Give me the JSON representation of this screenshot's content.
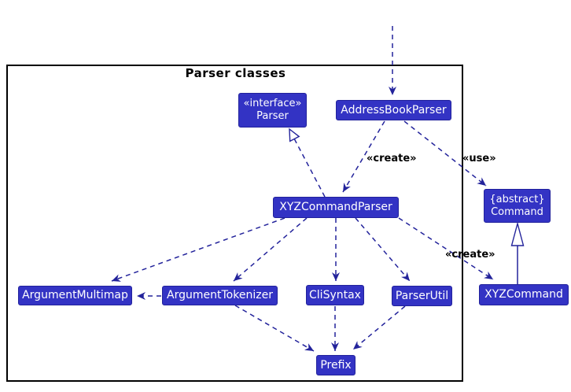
{
  "diagram": {
    "type": "uml-class-diagram",
    "frame_title": "Parser classes",
    "colors": {
      "background": "#FFFFFF",
      "class_fill": "#3333C4",
      "class_border": "#22229C",
      "class_text": "#FFFFFF",
      "arrow": "#23239B",
      "frame_border": "#000000",
      "label_text": "#000000"
    },
    "classes": [
      {
        "stereotype": "«interface»",
        "name": "Parser"
      },
      {
        "name": "AddressBookParser"
      },
      {
        "name": "XYZCommandParser"
      },
      {
        "stereotype": "{abstract}",
        "name": "Command"
      },
      {
        "name": "ArgumentMultimap"
      },
      {
        "name": "ArgumentTokenizer"
      },
      {
        "name": "CliSyntax"
      },
      {
        "name": "ParserUtil"
      },
      {
        "name": "XYZCommand"
      },
      {
        "name": "Prefix"
      }
    ],
    "edge_labels": [
      {
        "text": "«create»"
      },
      {
        "text": "«use»"
      },
      {
        "text": "«create»"
      }
    ],
    "relationships": [
      {
        "from": "(external)",
        "to": "AddressBookParser",
        "style": "dashed-arrow"
      },
      {
        "from": "AddressBookParser",
        "to": "XYZCommandParser",
        "style": "dashed-arrow",
        "label": "«create»"
      },
      {
        "from": "AddressBookParser",
        "to": "Command",
        "style": "dashed-arrow",
        "label": "«use»"
      },
      {
        "from": "XYZCommandParser",
        "to": "Parser",
        "style": "dashed-hollow-triangle (realization)"
      },
      {
        "from": "XYZCommandParser",
        "to": "ArgumentMultimap",
        "style": "dashed-arrow"
      },
      {
        "from": "XYZCommandParser",
        "to": "ArgumentTokenizer",
        "style": "dashed-arrow"
      },
      {
        "from": "XYZCommandParser",
        "to": "CliSyntax",
        "style": "dashed-arrow"
      },
      {
        "from": "XYZCommandParser",
        "to": "ParserUtil",
        "style": "dashed-arrow"
      },
      {
        "from": "XYZCommandParser",
        "to": "XYZCommand",
        "style": "dashed-arrow",
        "label": "«create»"
      },
      {
        "from": "ArgumentTokenizer",
        "to": "ArgumentMultimap",
        "style": "dashed-arrow"
      },
      {
        "from": "ArgumentTokenizer",
        "to": "Prefix",
        "style": "dashed-arrow"
      },
      {
        "from": "CliSyntax",
        "to": "Prefix",
        "style": "dashed-arrow"
      },
      {
        "from": "ParserUtil",
        "to": "Prefix",
        "style": "dashed-arrow"
      },
      {
        "from": "XYZCommand",
        "to": "Command",
        "style": "solid-hollow-triangle (inheritance)"
      }
    ]
  }
}
